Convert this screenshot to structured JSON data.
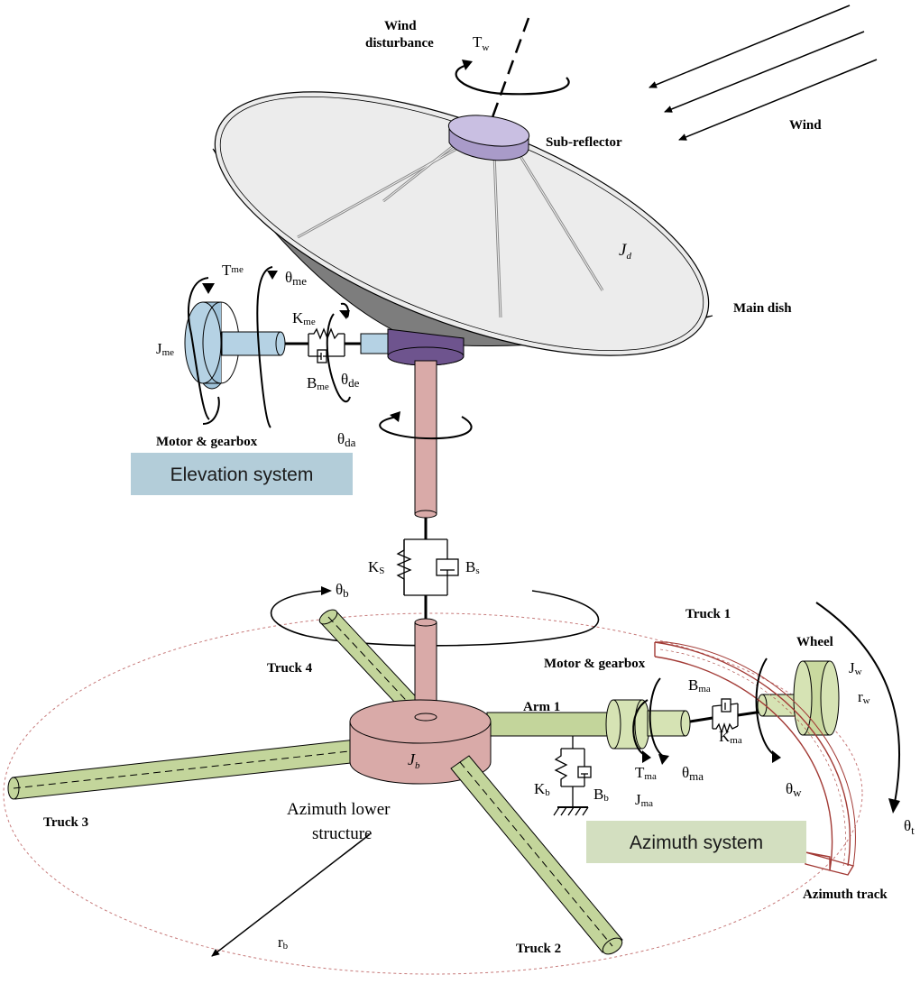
{
  "labels": {
    "wind_disturbance_1": "Wind",
    "wind_disturbance_2": "disturbance",
    "wind": "Wind",
    "sub_reflector": "Sub-reflector",
    "main_dish": "Main dish",
    "motor_gearbox_el": "Motor & gearbox",
    "motor_gearbox_az": "Motor & gearbox",
    "truck1": "Truck 1",
    "truck2": "Truck 2",
    "truck3": "Truck 3",
    "truck4": "Truck 4",
    "wheel": "Wheel",
    "arm1": "Arm 1",
    "azimuth_track": "Azimuth track",
    "azimuth_lower_1": "Azimuth lower",
    "azimuth_lower_2": "structure",
    "elevation_box": "Elevation system",
    "azimuth_box": "Azimuth system"
  },
  "symbols": {
    "Tw": {
      "base": "T",
      "sub": "w"
    },
    "Jd": {
      "base": "J",
      "sub": "d"
    },
    "Tme": {
      "base": "T",
      "sub": "me"
    },
    "theta_me": {
      "base": "θ",
      "sub": "me"
    },
    "Kme": {
      "base": "K",
      "sub": "me"
    },
    "Jme": {
      "base": "J",
      "sub": "me"
    },
    "Bme": {
      "base": "B",
      "sub": "me"
    },
    "theta_de": {
      "base": "θ",
      "sub": "de"
    },
    "theta_da": {
      "base": "θ",
      "sub": "da"
    },
    "Ks": {
      "base": "K",
      "sub": "S"
    },
    "Bs": {
      "base": "B",
      "sub": "s"
    },
    "theta_b": {
      "base": "θ",
      "sub": "b"
    },
    "Jb": {
      "base": "J",
      "sub": "b"
    },
    "Kb": {
      "base": "K",
      "sub": "b"
    },
    "Bb": {
      "base": "B",
      "sub": "b"
    },
    "Tma": {
      "base": "T",
      "sub": "ma"
    },
    "Jma": {
      "base": "J",
      "sub": "ma"
    },
    "theta_ma": {
      "base": "θ",
      "sub": "ma"
    },
    "Bma": {
      "base": "B",
      "sub": "ma"
    },
    "Kma": {
      "base": "K",
      "sub": "ma"
    },
    "Jw": {
      "base": "J",
      "sub": "w"
    },
    "rw": {
      "base": "r",
      "sub": "w"
    },
    "theta_w": {
      "base": "θ",
      "sub": "w"
    },
    "theta_t": {
      "base": "θ",
      "sub": "t"
    },
    "rb": {
      "base": "r",
      "sub": "b"
    }
  },
  "colors": {
    "elevation_box": "#b3cdd9",
    "azimuth_box": "#d3dfc0",
    "elevation_motor": "#b5d2e4",
    "azimuth_parts": "#d6e3b4",
    "trucks": "#c3d59b",
    "pink": "#d9aaa8",
    "hub_purple": "#6e548e",
    "subreflector": "#c0b5d9",
    "track": "#a23a35",
    "dish": "#a9a9a9",
    "orbit": "#c77a7a"
  }
}
